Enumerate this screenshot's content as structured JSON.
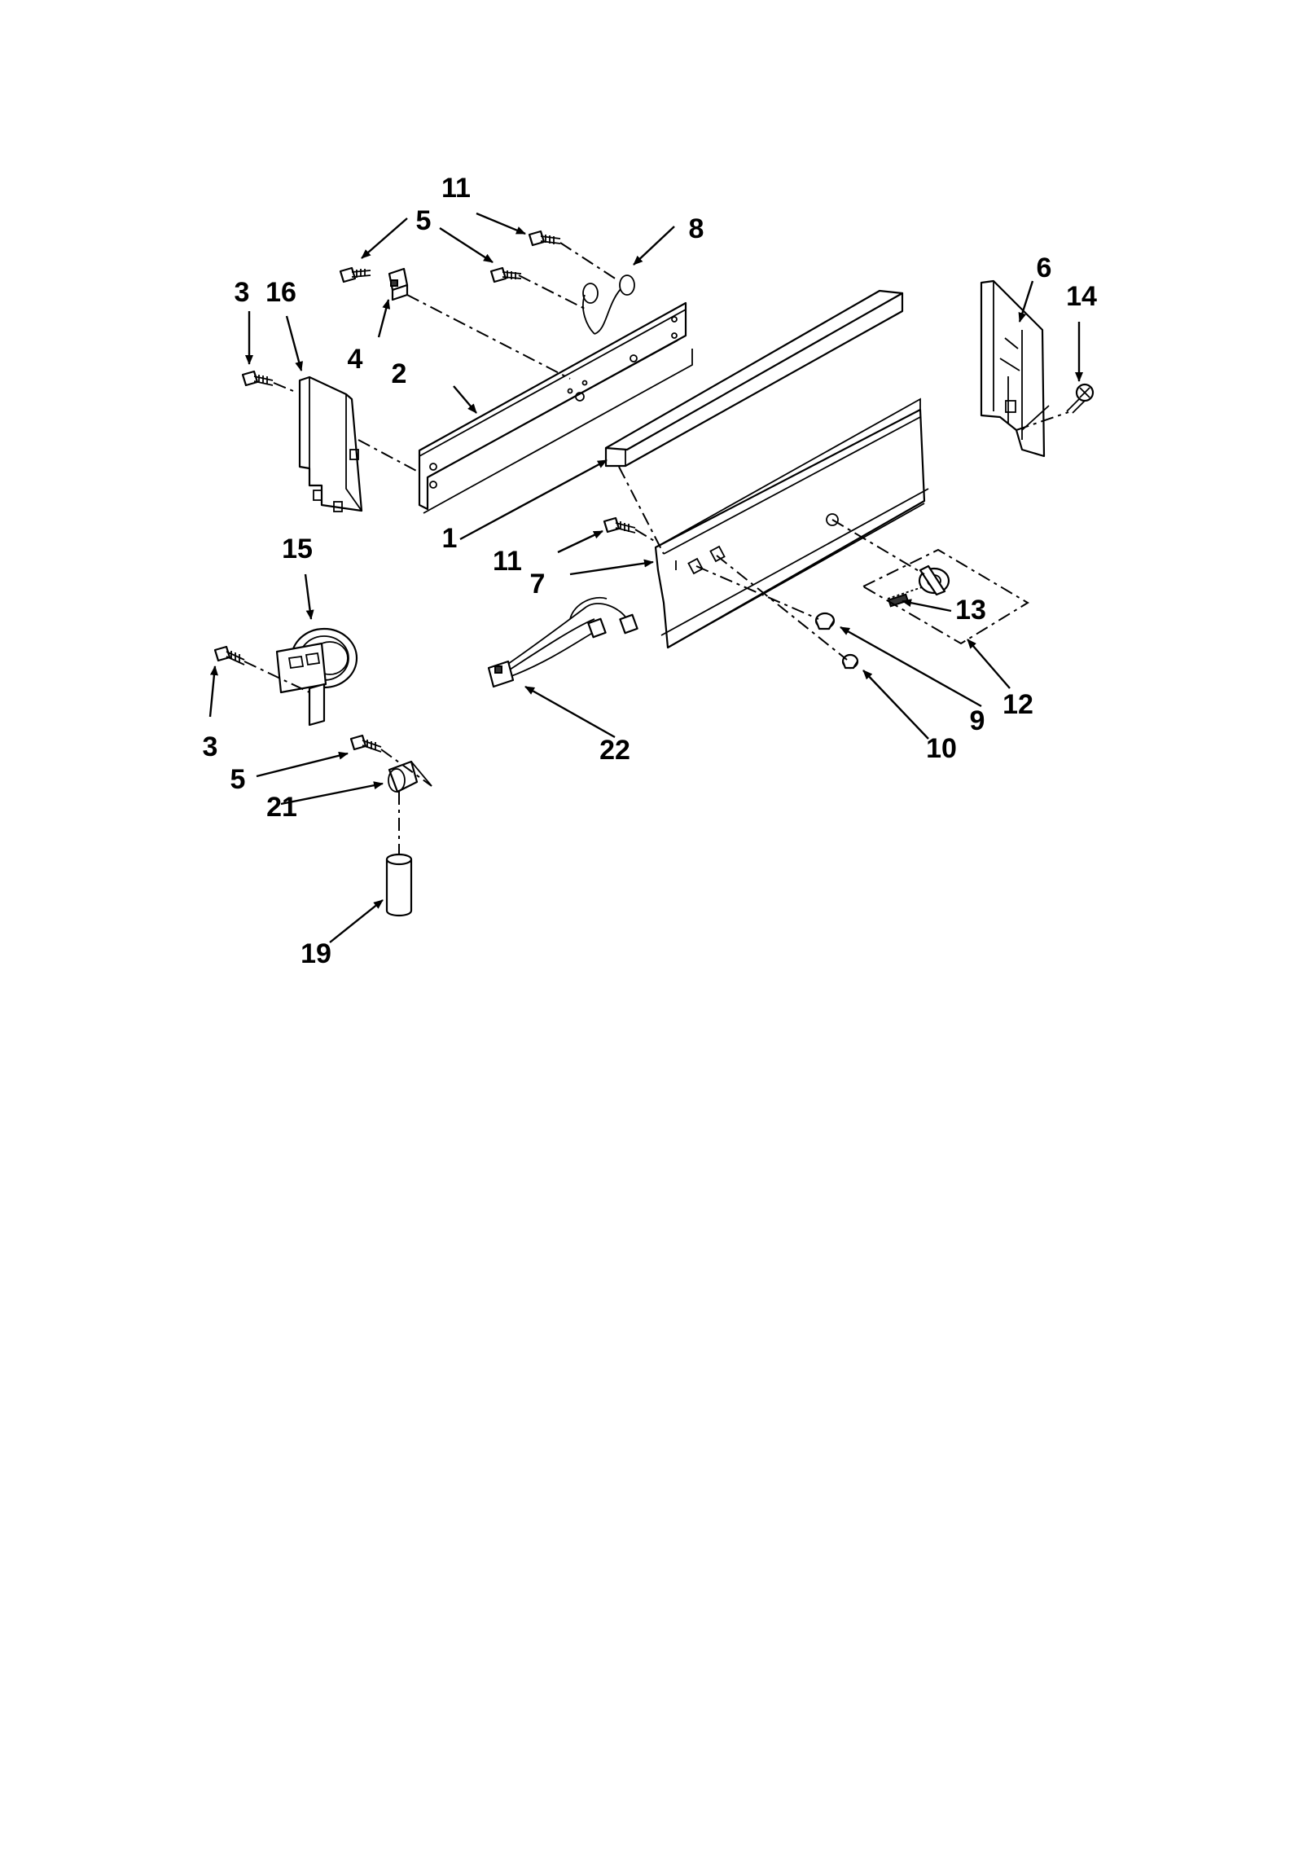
{
  "callouts": {
    "c1": "1",
    "c2": "2",
    "c3a": "3",
    "c3b": "3",
    "c4": "4",
    "c5a": "5",
    "c5b": "5",
    "c6": "6",
    "c7": "7",
    "c8": "8",
    "c9": "9",
    "c10": "10",
    "c11a": "11",
    "c11b": "11",
    "c12": "12",
    "c13": "13",
    "c14": "14",
    "c15": "15",
    "c16": "16",
    "c19": "19",
    "c21": "21",
    "c22": "22"
  }
}
